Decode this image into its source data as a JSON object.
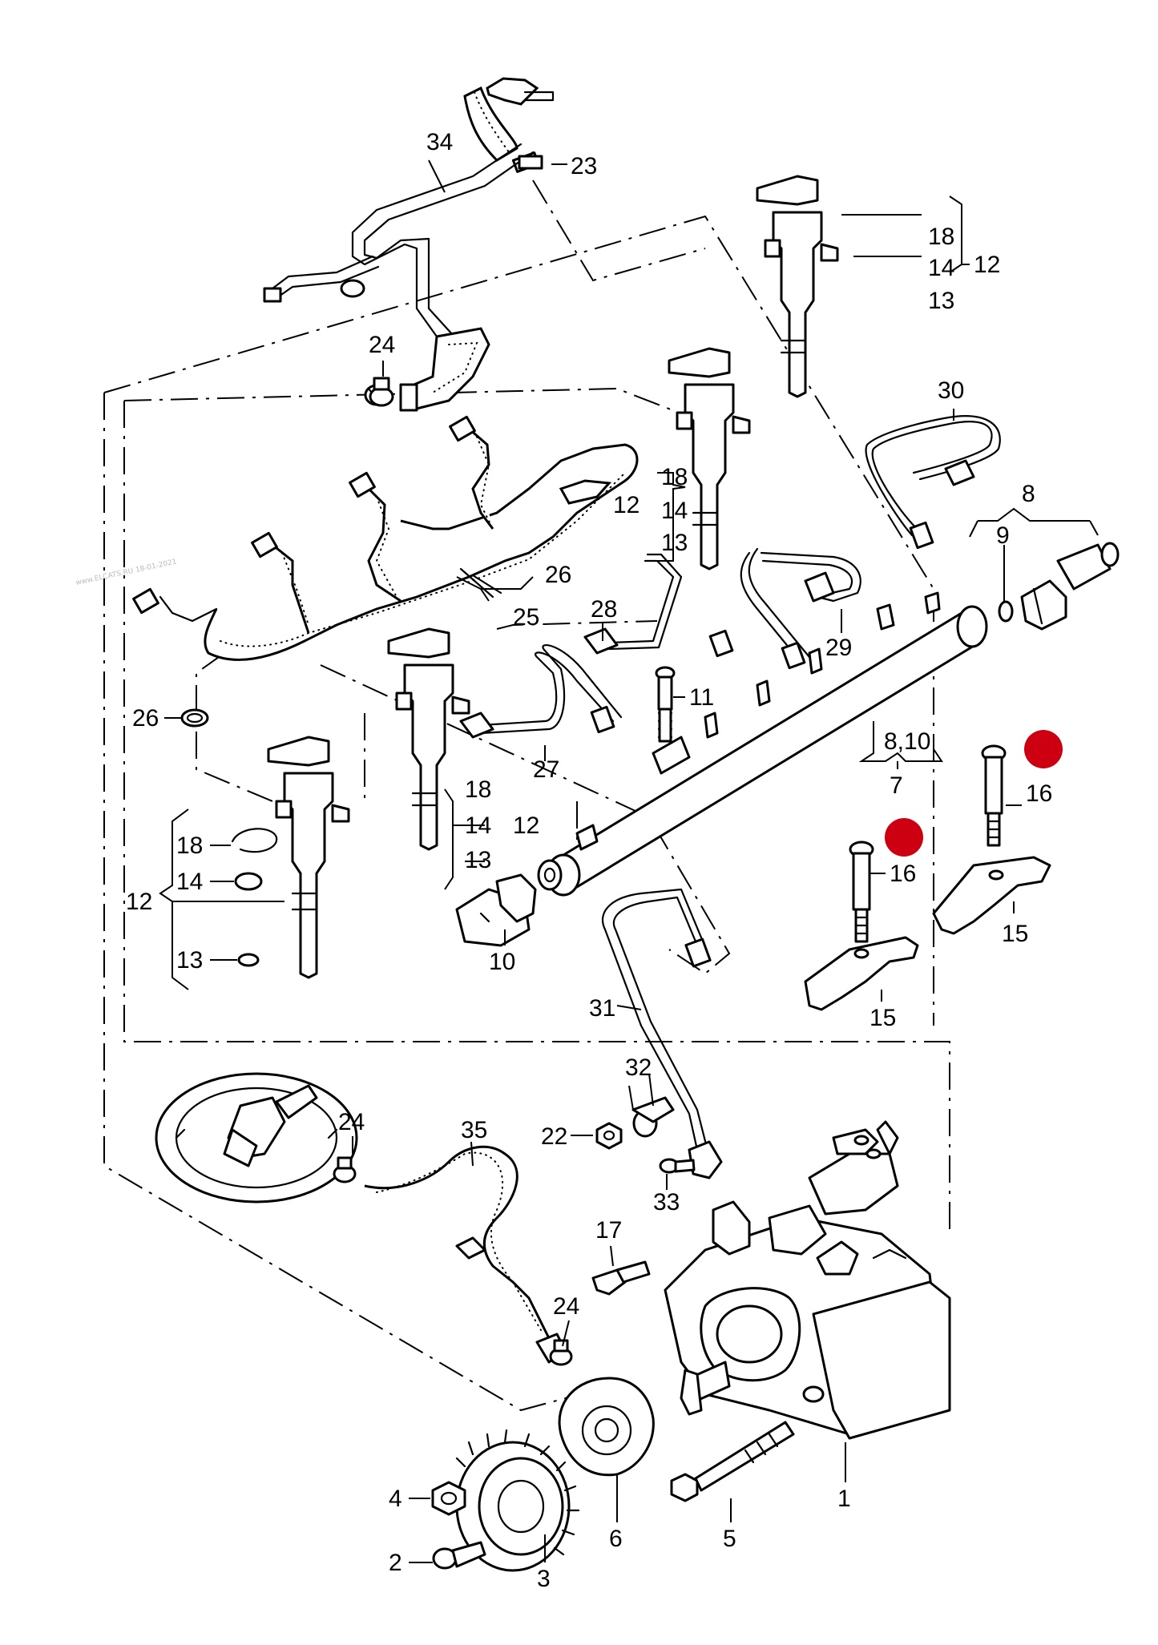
{
  "watermark": "www.ELCATS.RU 18-01-2021",
  "labels": {
    "l34": "34",
    "l23": "23",
    "l18a": "18",
    "l14a": "14",
    "l13a": "13",
    "l12a": "12",
    "l24a": "24",
    "l30": "30",
    "l8": "8",
    "l9": "9",
    "l18b": "18",
    "l14b": "14",
    "l13b": "13",
    "l12b": "12",
    "l26a": "26",
    "l25": "25",
    "l28": "28",
    "l29": "29",
    "l11": "11",
    "l26b": "26",
    "l27": "27",
    "l810": "8,10",
    "l7": "7",
    "l16a": "16",
    "l16b": "16",
    "l18c": "18",
    "l14c": "14",
    "l13c": "13",
    "l12c": "12",
    "l18d": "18",
    "l14d": "14",
    "l12d": "12",
    "l13d": "13",
    "l10": "10",
    "l15a": "15",
    "l15b": "15",
    "l31": "31",
    "l32": "32",
    "l24b": "24",
    "l35": "35",
    "l22": "22",
    "l33": "33",
    "l17": "17",
    "l24c": "24",
    "l1": "1",
    "l4": "4",
    "l6": "6",
    "l5": "5",
    "l2": "2",
    "l3": "3"
  },
  "markers": {
    "color": "#cc0011",
    "names": [
      "marker-dot-16-right",
      "marker-dot-16-left"
    ]
  }
}
